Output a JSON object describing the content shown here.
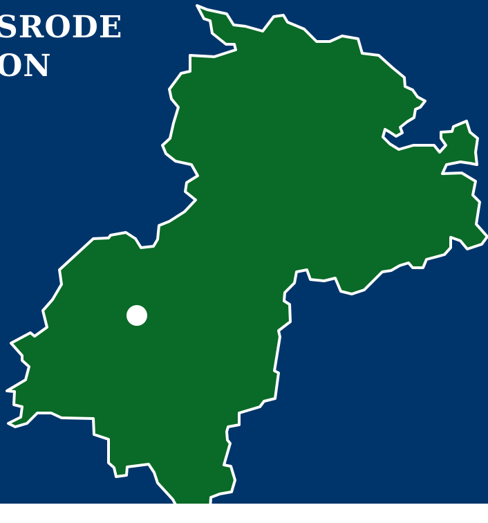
{
  "colors": {
    "background": "#00356b",
    "region_fill": "#0a6a28",
    "region_border": "#ffffff",
    "marker": "#ffffff",
    "footer": "#ffffff"
  },
  "title": {
    "line1": "SRODE",
    "line2": "ON"
  },
  "map": {
    "region": "municipality-outline",
    "marker": "location-dot"
  }
}
